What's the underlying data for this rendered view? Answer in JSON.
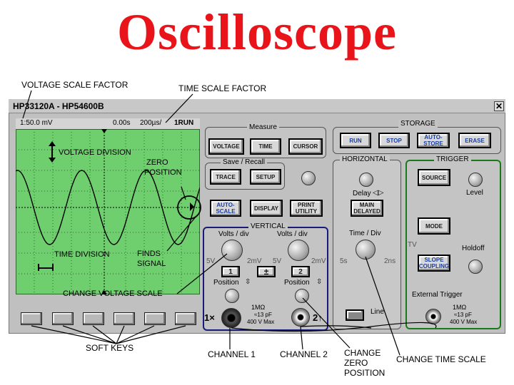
{
  "title": "Oscilloscope",
  "callouts": {
    "voltage_scale_factor": "VOLTAGE SCALE FACTOR",
    "time_scale_factor": "TIME SCALE FACTOR",
    "voltage_division": "VOLTAGE DIVISION",
    "zero_position_1": "ZERO",
    "zero_position_2": "POSITION",
    "time_division": "TIME DIVISION",
    "finds_signal_1": "FINDS",
    "finds_signal_2": "SIGNAL",
    "change_voltage_scale": "CHANGE VOLTAGE SCALE",
    "soft_keys": "SOFT KEYS",
    "channel_1": "CHANNEL 1",
    "channel_2": "CHANNEL 2",
    "change_zero_1": "CHANGE",
    "change_zero_2": "ZERO",
    "change_zero_3": "POSITION",
    "change_time_scale": "CHANGE TIME SCALE"
  },
  "window": {
    "title": "HP33120A - HP54600B",
    "close": "✕"
  },
  "status": {
    "volt": "1:50.0 mV",
    "time_offset": "0.00s",
    "time_per_div": "200µs/",
    "run": "1RUN"
  },
  "measure": {
    "label": "Measure",
    "voltage": "VOLTAGE",
    "time": "TIME",
    "cursor": "CURSOR"
  },
  "save_recall": {
    "label": "Save / Recall",
    "trace": "TRACE",
    "setup": "SETUP"
  },
  "misc_buttons": {
    "autoscale_1": "AUTO-",
    "autoscale_2": "SCALE",
    "display": "DISPLAY",
    "print_1": "PRINT",
    "print_2": "UTILITY"
  },
  "storage": {
    "label": "STORAGE",
    "run": "RUN",
    "stop": "STOP",
    "autostore_1": "AUTO-",
    "autostore_2": "STORE",
    "erase": "ERASE"
  },
  "horizontal": {
    "label": "HORIZONTAL",
    "delay": "Delay",
    "main_1": "MAIN",
    "main_2": "DELAYED",
    "time_div": "Time / Div",
    "left": "5s",
    "right": "2ns"
  },
  "trigger": {
    "label": "TRIGGER",
    "source": "SOURCE",
    "level": "Level",
    "mode": "MODE",
    "holdoff": "Holdoff",
    "tv": "TV",
    "slope_1": "SLOPE",
    "slope_2": "COUPLING",
    "external": "External Trigger",
    "imp_1": "1MΩ",
    "imp_2": "≈13 pF",
    "imp_3": "400 V Max"
  },
  "vertical": {
    "label": "VERTICAL",
    "volts_div_1": "Volts / div",
    "volts_div_2": "Volts / div",
    "ch1_left": "5V",
    "ch1_right": "2mV",
    "ch2_left": "5V",
    "ch2_right": "2mV",
    "btn1": "1",
    "pm": "±",
    "btn2": "2",
    "position_1": "Position",
    "position_2": "Position",
    "imp_1": "1MΩ",
    "imp_2": "≈13 pF",
    "imp_3": "400 V Max",
    "ch1_mark": "1×",
    "ch2_mark": "2↑"
  },
  "line": "Line",
  "colors": {
    "title_red": "#e8141a",
    "screen_green": "#6fcf6f",
    "panel_gray": "#c4c4c4",
    "button_text_blue": "#1a3ea0",
    "trigger_panel_border": "#1a7a1a",
    "vertical_panel_border": "#1a1a7a"
  }
}
